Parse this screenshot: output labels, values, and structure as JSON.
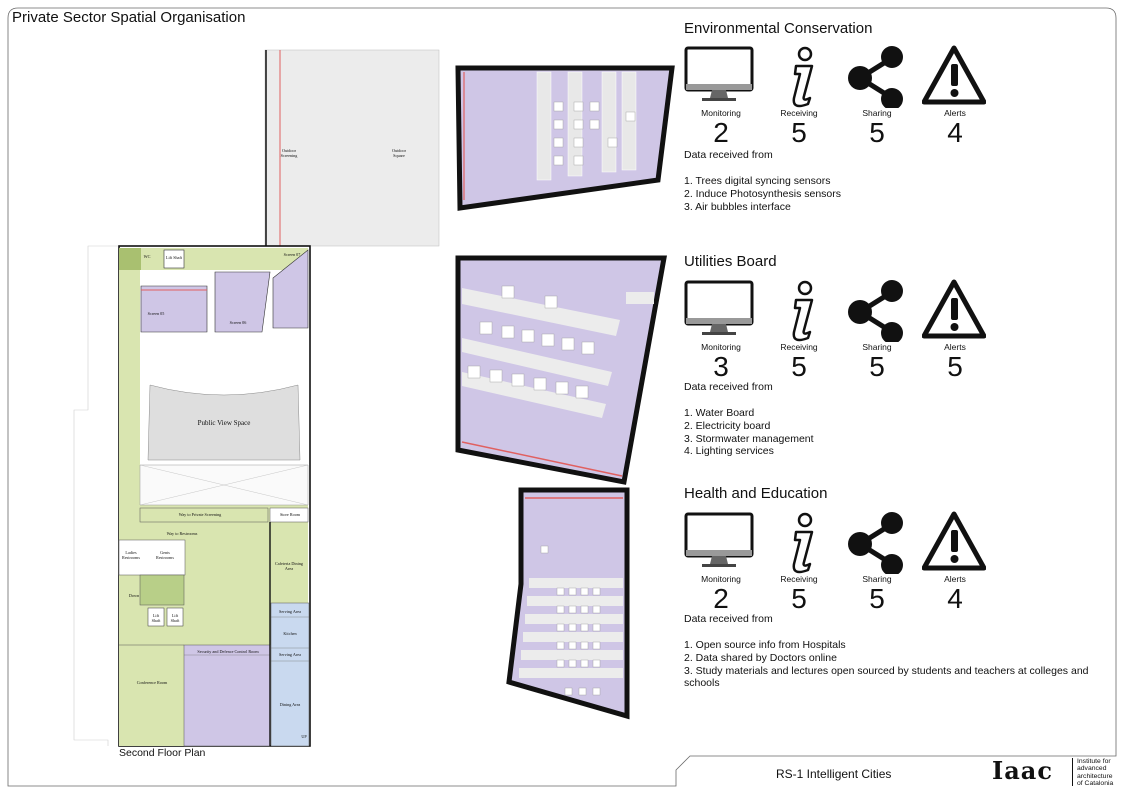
{
  "page_title": "Private Sector Spatial Organisation",
  "floor_plan": {
    "caption": "Second Floor Plan",
    "rooms": {
      "outdoor_screening": "Outdoor Screening",
      "outdoor_square": "Outdoor Square",
      "wc": "WC",
      "lift_shaft_top": "Lift Shaft",
      "screen_07": "Screen 07",
      "screen_05": "Screen 05",
      "screen_06": "Screen 06",
      "public_view_space": "Public View Space",
      "way_private_screening": "Way to Private Screening",
      "store_room": "Store Room",
      "way_restrooms": "Way to Restrooms",
      "ladies_restrooms": "Ladies Restrooms",
      "gents_restrooms": "Gents Restrooms",
      "cafeteria": "Cafeteria Dining Area",
      "down": "Down",
      "lift_shaft_1": "Lift Shaft",
      "lift_shaft_2": "Lift Shaft",
      "serving_area_1": "Serving Area",
      "kitchen": "Kitchen",
      "serving_area_2": "Serving Area",
      "security": "Security and Defence Control Room",
      "conference": "Conference Room",
      "dining_area": "Dining Area",
      "up": "UP"
    }
  },
  "icon_labels": {
    "monitoring": "Monitoring",
    "receiving": "Receiving",
    "sharing": "Sharing",
    "alerts": "Alerts"
  },
  "icon_names": [
    "monitor-icon",
    "info-icon",
    "share-icon",
    "alert-icon"
  ],
  "data_received_label": "Data received from",
  "sections": [
    {
      "title": "Environmental Conservation",
      "counts": {
        "monitoring": "2",
        "receiving": "5",
        "sharing": "5",
        "alerts": "4"
      },
      "sources": [
        "1. Trees digital syncing sensors",
        "2. Induce Photosynthesis sensors",
        "3. Air bubbles interface"
      ]
    },
    {
      "title": "Utilities Board",
      "counts": {
        "monitoring": "3",
        "receiving": "5",
        "sharing": "5",
        "alerts": "5"
      },
      "sources": [
        "1. Water Board",
        "2. Electricity board",
        "3. Stormwater management",
        "4. Lighting services"
      ]
    },
    {
      "title": "Health and Education",
      "counts": {
        "monitoring": "2",
        "receiving": "5",
        "sharing": "5",
        "alerts": "4"
      },
      "sources": [
        "1. Open source info from Hospitals",
        "2. Data shared by Doctors online",
        "3. Study materials and lectures open sourced by students and teachers at colleges and schools"
      ]
    }
  ],
  "footer": {
    "course": "RS-1 Intelligent Cities",
    "logo_mark": "Iaac",
    "institute_lines": [
      "Institute for",
      "advanced",
      "architecture",
      "of Catalonia"
    ]
  },
  "colors": {
    "purple": "#cfc6e6",
    "green": "#d9e5b0",
    "blue": "#c9d9ef",
    "red": "#e06060",
    "grey": "#ececec"
  }
}
